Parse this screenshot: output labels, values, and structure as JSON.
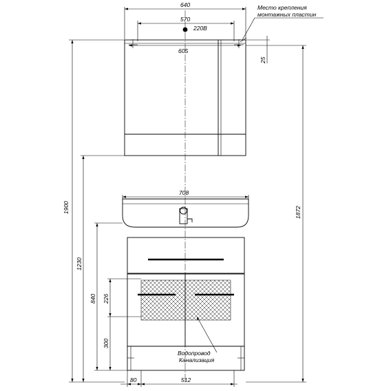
{
  "labels": {
    "mount_note_line1": "Место крепления",
    "mount_note_line2": "монтажных пластин",
    "power": "220В",
    "water": "Водопровод",
    "sewer": "Канализация"
  },
  "dimensions": {
    "mirror_width": "640",
    "mount_span": "570",
    "mount_offset": "605",
    "mount_top": "25",
    "total_height": "1900",
    "mount_height": "1872",
    "basin_width": "708",
    "top_height": "1230",
    "counter_height": "840",
    "niche_height": "226",
    "niche_bottom": "300",
    "leg_width": "80",
    "cabinet_width": "512"
  }
}
